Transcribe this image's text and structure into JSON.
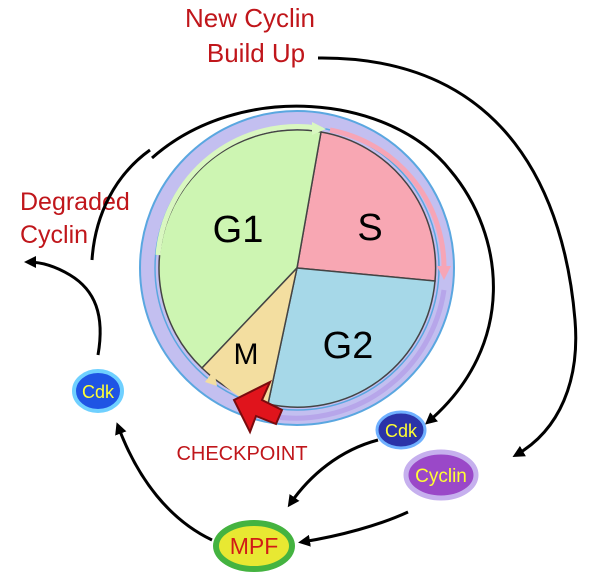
{
  "diagram": {
    "labels": {
      "new_cyclin_line1": "New Cyclin",
      "new_cyclin_line2": "Build Up",
      "degraded_line1": "Degraded",
      "degraded_line2": "Cyclin",
      "checkpoint": "CHECKPOINT"
    },
    "phases": {
      "g1": "G1",
      "s": "S",
      "g2": "G2",
      "m": "M"
    },
    "molecules": {
      "cdk_left": "Cdk",
      "cdk_right": "Cdk",
      "cyclin": "Cyclin",
      "mpf": "MPF"
    },
    "colors": {
      "g1": "#cdf5b2",
      "s": "#f8a7b3",
      "g2": "#a6d8e8",
      "m": "#f3dea0",
      "ring": "#c3bff0",
      "ring_edge": "#5aa7e0",
      "label_red": "#c0161b",
      "arrow": "#000000",
      "checkpoint_arrow": "#e0141c",
      "cdk_fill": "#1f54e4",
      "cdk_text": "#ffff33",
      "cyclin_fill": "#9a48c8",
      "cyclin_edge": "#c6b0ee",
      "cyclin_text": "#ffff33",
      "mpf_fill": "#e8e832",
      "mpf_edge": "#44b340",
      "mpf_text": "#d11b16"
    }
  }
}
